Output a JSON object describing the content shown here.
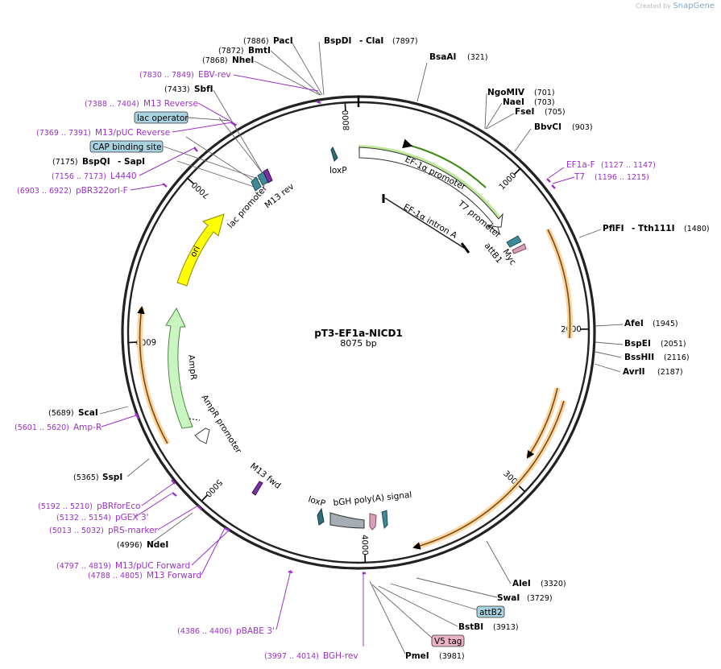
{
  "credit": {
    "prefix": "Created by",
    "brand": "SnapGene"
  },
  "plasmid": {
    "name": "pT3-EF1a-NICD1",
    "size_label": "8075 bp",
    "length": 8075
  },
  "ticks": [
    {
      "label": "1000",
      "bp": 1000
    },
    {
      "label": "2000",
      "bp": 2000
    },
    {
      "label": "3000",
      "bp": 3000
    },
    {
      "label": "4000",
      "bp": 4000
    },
    {
      "label": "5000",
      "bp": 5000
    },
    {
      "label": "6000",
      "bp": 6000
    },
    {
      "label": "7000",
      "bp": 7000
    },
    {
      "label": "8000",
      "bp": 8000
    }
  ],
  "enzymes": [
    {
      "name": "PacI",
      "pos": "(7886)"
    },
    {
      "name": "BspDI",
      "sep": "- ClaI",
      "pos": "(7897)"
    },
    {
      "name": "BmtI",
      "pos": "(7872)"
    },
    {
      "name": "NheI",
      "pos": "(7868)"
    },
    {
      "name": "SbfI",
      "pos": "(7433)"
    },
    {
      "name": "BspQI",
      "sep": "- SapI",
      "pos": "(7175)"
    },
    {
      "name": "BsaAI",
      "pos": "(321)"
    },
    {
      "name": "NgoMIV",
      "pos": "(701)"
    },
    {
      "name": "NaeI",
      "pos": "(703)"
    },
    {
      "name": "FseI",
      "pos": "(705)"
    },
    {
      "name": "BbvCI",
      "pos": "(903)"
    },
    {
      "name": "PflFI",
      "sep": "- Tth111I",
      "pos": "(1480)"
    },
    {
      "name": "AfeI",
      "pos": "(1945)"
    },
    {
      "name": "BspEI",
      "pos": "(2051)"
    },
    {
      "name": "BssHII",
      "pos": "(2116)"
    },
    {
      "name": "AvrII",
      "pos": "(2187)"
    },
    {
      "name": "AleI",
      "pos": "(3320)"
    },
    {
      "name": "SwaI",
      "pos": "(3729)"
    },
    {
      "name": "BstBI",
      "pos": "(3913)"
    },
    {
      "name": "PmeI",
      "pos": "(3981)"
    },
    {
      "name": "ScaI",
      "pos": "(5689)"
    },
    {
      "name": "SspI",
      "pos": "(5365)"
    },
    {
      "name": "NdeI",
      "pos": "(4996)"
    }
  ],
  "primers": [
    {
      "name": "EBV-rev",
      "range": "(7830 .. 7849)"
    },
    {
      "name": "M13 Reverse",
      "range": "(7388 .. 7404)"
    },
    {
      "name": "M13/pUC Reverse",
      "range": "(7369 .. 7391)"
    },
    {
      "name": "L4440",
      "range": "(7156 .. 7173)"
    },
    {
      "name": "pBR322ori-F",
      "range": "(6903 .. 6922)"
    },
    {
      "name": "EF1a-F",
      "range": "(1127 .. 1147)"
    },
    {
      "name": "T7",
      "range": "(1196 .. 1215)"
    },
    {
      "name": "Amp-R",
      "range": "(5601 .. 5620)"
    },
    {
      "name": "pBRforEco",
      "range": "(5192 .. 5210)"
    },
    {
      "name": "pGEX 3'",
      "range": "(5132 .. 5154)"
    },
    {
      "name": "pRS-marker",
      "range": "(5013 .. 5032)"
    },
    {
      "name": "M13/pUC Forward",
      "range": "(4797 .. 4819)"
    },
    {
      "name": "M13 Forward",
      "range": "(4788 .. 4805)"
    },
    {
      "name": "pBABE 3'",
      "range": "(4386 .. 4406)"
    },
    {
      "name": "BGH-rev",
      "range": "(3997 .. 4014)"
    }
  ],
  "boxed_labels": {
    "lac_operator": "lac operator",
    "cap_site": "CAP binding site",
    "attB2": "attB2",
    "v5_tag": "V5 tag"
  },
  "features": {
    "loxP_top": "loxP",
    "ef1a_promoter": "EF-1α promoter",
    "t7_promoter": "T7 promoter",
    "ef1a_intron": "EF-1α intron A",
    "attB1": "attB1",
    "myc": "Myc",
    "lac_promoter": "lac promoter",
    "m13_rev": "M13 rev",
    "ori": "ori",
    "ampR": "AmpR",
    "ampR_promoter": "AmpR promoter",
    "m13_fwd": "M13 fwd",
    "loxP_bottom": "loxP",
    "bgh": "bGH poly(A) signal"
  },
  "colors": {
    "backbone": "#222222",
    "primer": "#9b30c8",
    "promoter_green": "#7ac943",
    "cds_orange": "#f0a030",
    "ori_yellow": "#ffff00",
    "ampR_green": "#c9f5c0",
    "boxed_blue": "#a9d3e0",
    "boxed_pink": "#e8b4c4"
  }
}
